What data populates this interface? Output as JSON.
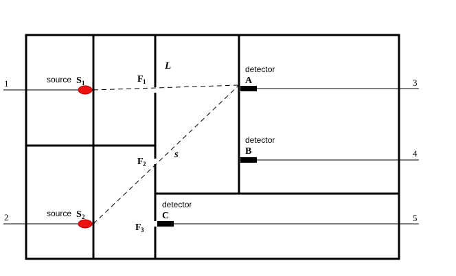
{
  "labels": {
    "source_word": "source",
    "detector_word": "detector",
    "source1_letter": "S",
    "source1_sub": "1",
    "source2_letter": "S",
    "source2_sub": "2",
    "f1_letter": "F",
    "f1_sub": "1",
    "f2_letter": "F",
    "f2_sub": "2",
    "f3_letter": "F",
    "f3_sub": "3",
    "path_L": "L",
    "path_s": "s",
    "detector_A": "A",
    "detector_B": "B",
    "detector_C": "C",
    "port_1": "1",
    "port_2": "2",
    "port_3": "3",
    "port_4": "4",
    "port_5": "5"
  },
  "colors": {
    "source_fill": "#ee1111",
    "line": "#000000",
    "detector_fill": "#000000"
  }
}
